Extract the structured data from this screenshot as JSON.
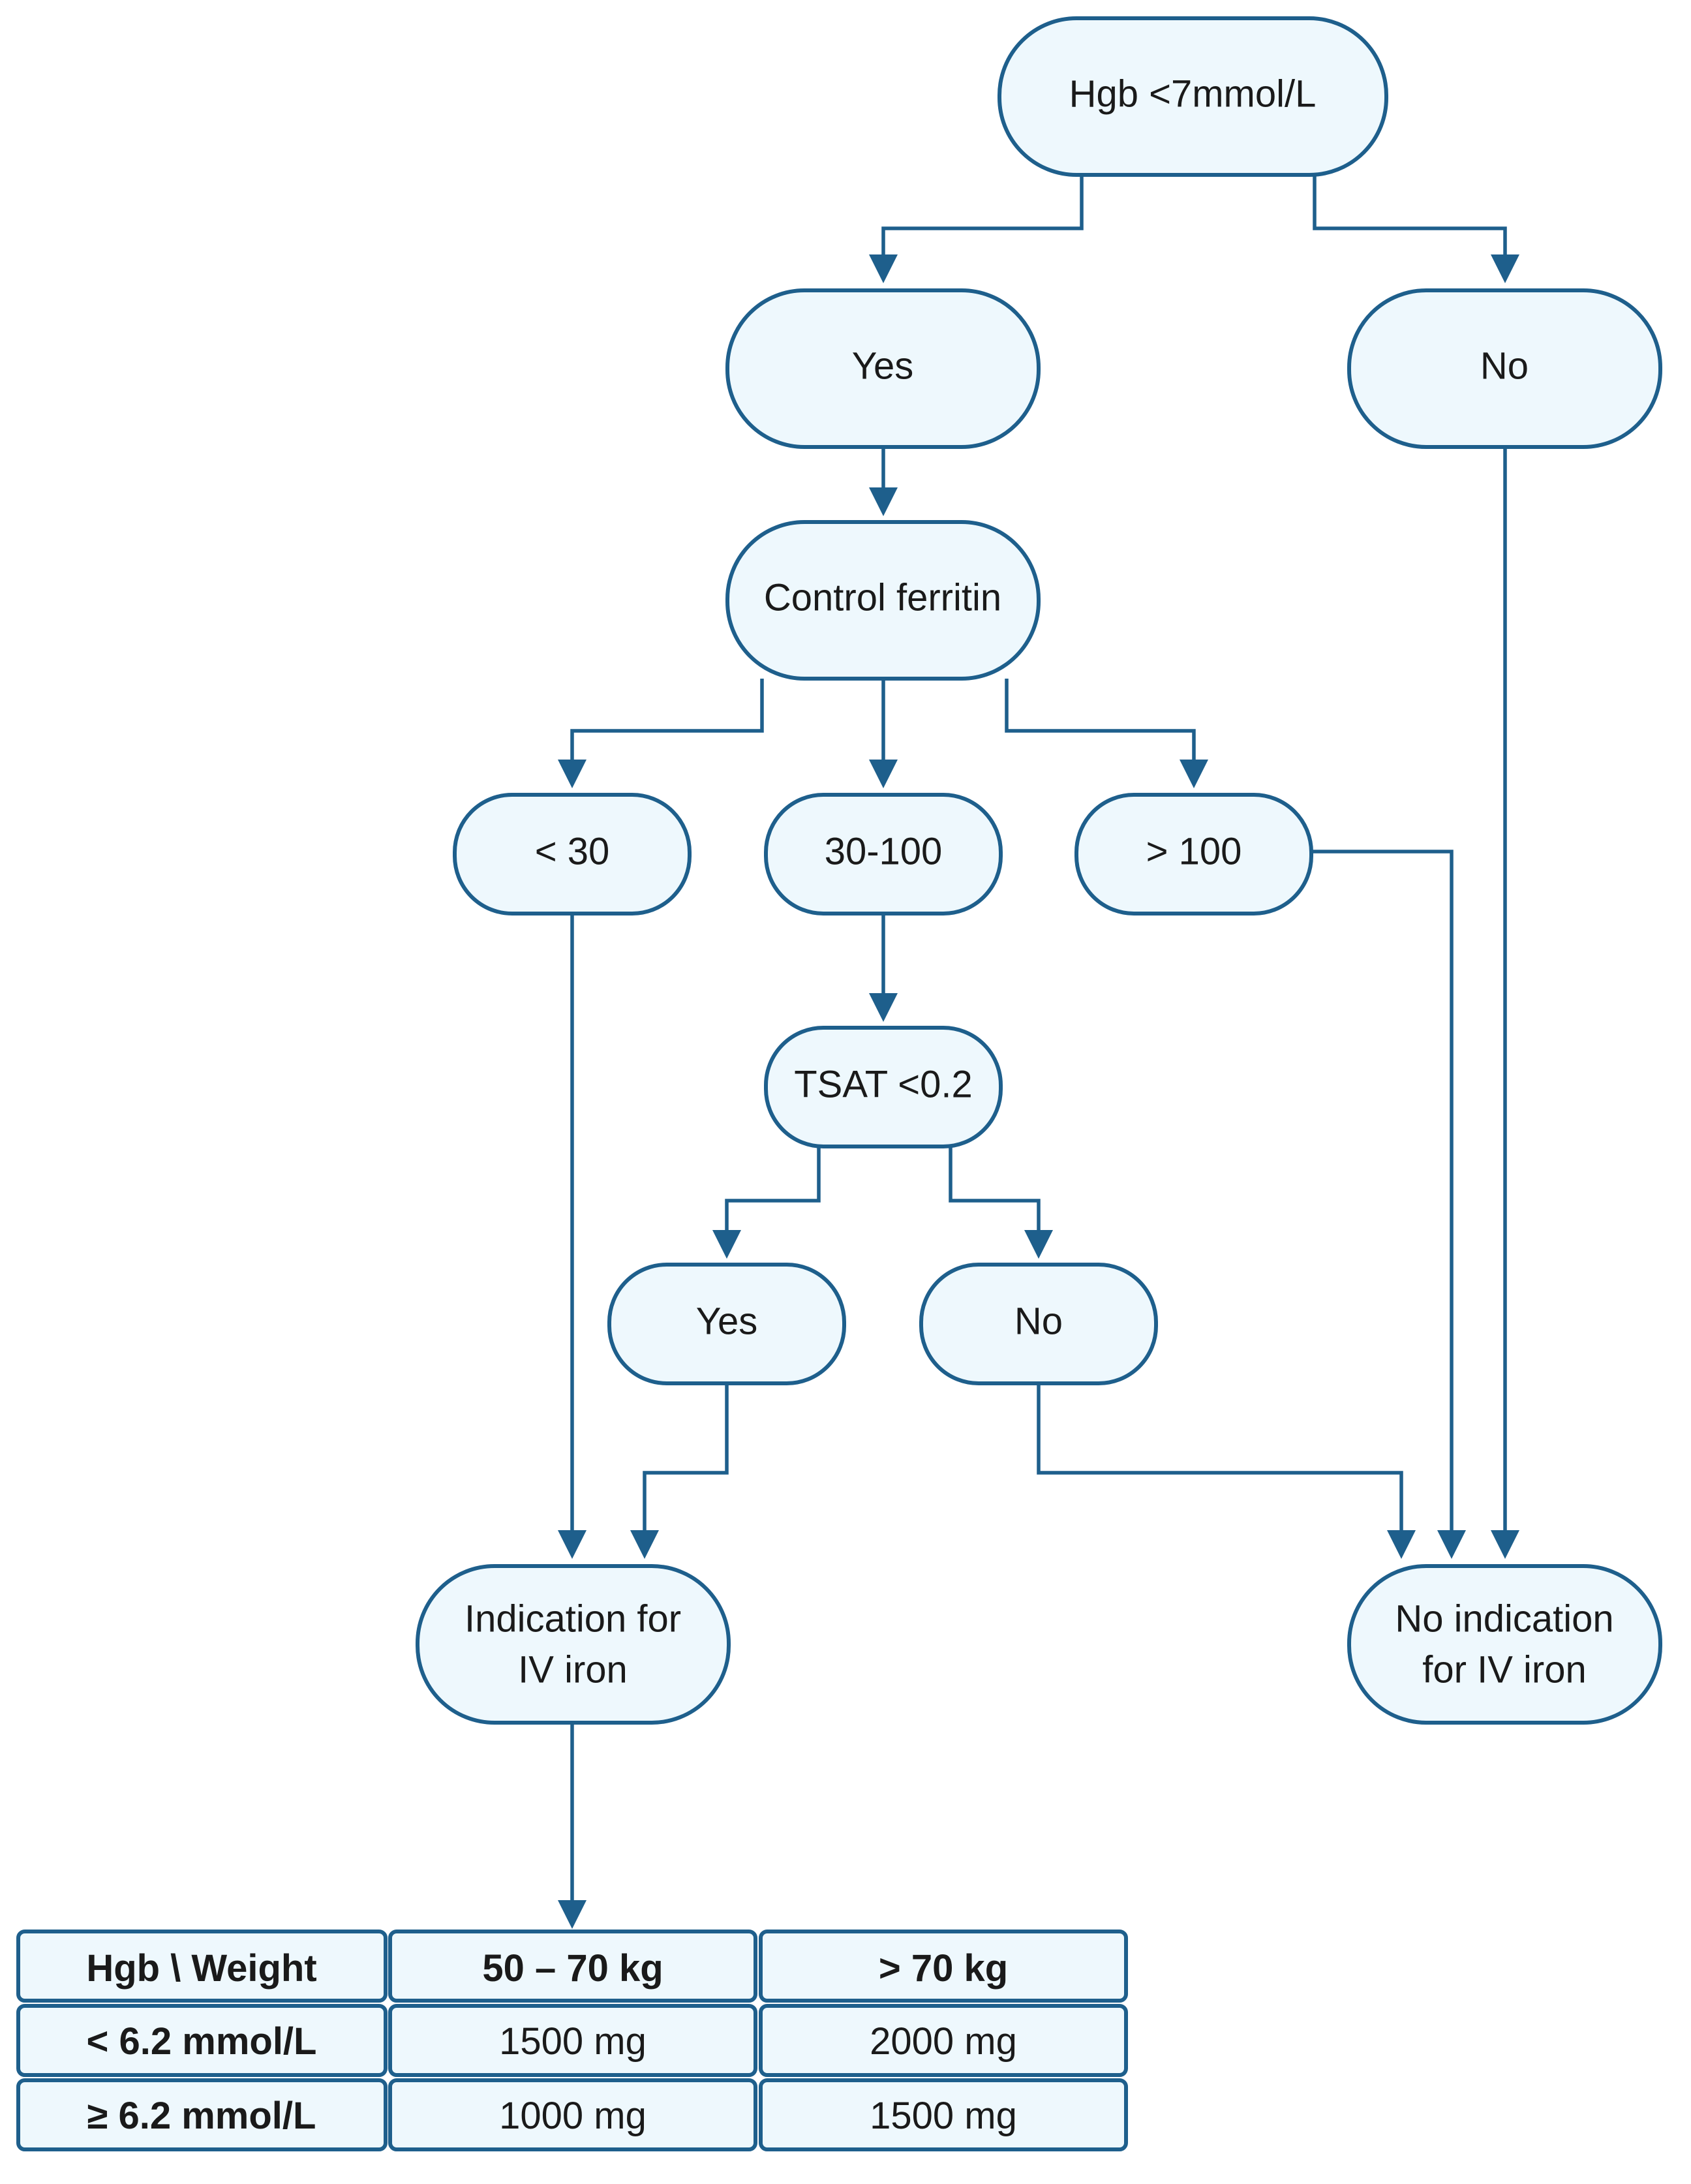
{
  "nodes": {
    "hgb": "Hgb <7mmol/L",
    "yes1": "Yes",
    "no1": "No",
    "ferritin": "Control ferritin",
    "lt30": "< 30",
    "mid": "30-100",
    "gt100": "> 100",
    "tsat": "TSAT <0.2",
    "yes2": "Yes",
    "no2": "No",
    "indication_line1": "Indication for",
    "indication_line2": "IV iron",
    "noind_line1": "No indication",
    "noind_line2": "for IV iron"
  },
  "dosage_table": {
    "headers": [
      "Hgb \\ Weight",
      "50 – 70 kg",
      "> 70 kg"
    ],
    "rows": [
      [
        "< 6.2 mmol/L",
        "1500 mg",
        "2000 mg"
      ],
      [
        "≥ 6.2 mmol/L",
        "1000 mg",
        "1500 mg"
      ]
    ]
  },
  "colors": {
    "node_fill": "#eef8fd",
    "stroke": "#1e5f8c"
  }
}
